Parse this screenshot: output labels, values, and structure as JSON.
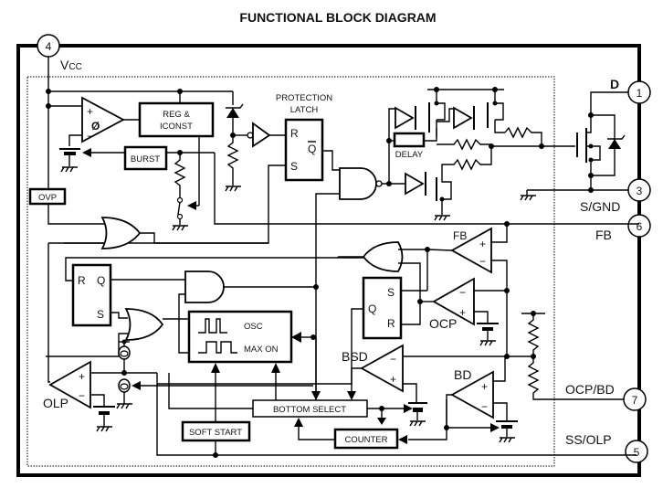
{
  "title": "FUNCTIONAL BLOCK DIAGRAM",
  "pins": [
    {
      "number": "4",
      "name": "Vcc"
    },
    {
      "number": "1",
      "name": "D"
    },
    {
      "number": "3",
      "name": "S/GND"
    },
    {
      "number": "6",
      "name": "FB"
    },
    {
      "number": "7",
      "name": "OCP/BD"
    },
    {
      "number": "5",
      "name": "SS/OLP"
    }
  ],
  "vcc_label": {
    "main": "V",
    "sub": "CC"
  },
  "blocks": {
    "reg_line1": "REG  &",
    "reg_line2": "ICONST",
    "burst": "BURST",
    "ovp": "OVP",
    "delay": "DELAY",
    "protection_line1": "PROTECTION",
    "protection_line2": "LATCH",
    "osc": "OSC",
    "max_on": "MAX  ON",
    "bottom_select": "BOTTOM  SELECT",
    "soft_start": "SOFT START",
    "counter": "COUNTER"
  },
  "latch_pins": {
    "r": "R",
    "qbar": "Q",
    "s": "S"
  },
  "rs_ff_left": {
    "r": "R",
    "q": "Q",
    "s": "S"
  },
  "rs_ff_right": {
    "s": "S",
    "q": "Q",
    "r": "R"
  },
  "comparators": {
    "fb": "FB",
    "ocp": "OCP",
    "bsd": "BSD",
    "bd": "BD",
    "olp": "OLP"
  },
  "signs": {
    "plus": "+",
    "minus": "−"
  }
}
